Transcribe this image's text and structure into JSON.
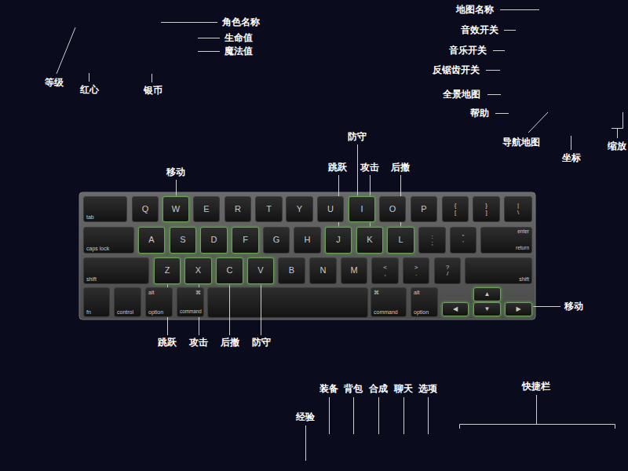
{
  "diagram": {
    "nodes": [
      {
        "text": [
          "tab"
        ]
      },
      {
        "text": [
          "Q"
        ]
      },
      {
        "text": [
          "W"
        ]
      },
      {
        "text": [
          "E"
        ]
      },
      {
        "text": [
          "R"
        ]
      },
      {
        "text": [
          "T"
        ]
      },
      {
        "text": [
          "Y"
        ]
      },
      {
        "text": [
          "U"
        ]
      },
      {
        "text": [
          "I"
        ]
      },
      {
        "text": [
          "O"
        ]
      },
      {
        "text": [
          "P"
        ]
      },
      {
        "text": [
          "{",
          "["
        ]
      },
      {
        "text": [
          "}",
          "]"
        ]
      },
      {
        "text": [
          "|",
          "\\"
        ]
      },
      {
        "text": [
          "caps lock"
        ]
      },
      {
        "text": [
          "A"
        ]
      },
      {
        "text": [
          "S"
        ]
      },
      {
        "text": [
          "D"
        ]
      },
      {
        "text": [
          "F"
        ]
      },
      {
        "text": [
          "G"
        ]
      },
      {
        "text": [
          "H"
        ]
      },
      {
        "text": [
          "J"
        ]
      },
      {
        "text": [
          "K"
        ]
      },
      {
        "text": [
          "L"
        ]
      },
      {
        "text": [
          ":",
          ";"
        ]
      },
      {
        "text": [
          "\"",
          "'"
        ]
      },
      {
        "text": [
          "enter",
          "return"
        ]
      },
      {
        "text": [
          "shift"
        ]
      },
      {
        "text": [
          "Z"
        ]
      },
      {
        "text": [
          "X"
        ]
      },
      {
        "text": [
          "C"
        ]
      },
      {
        "text": [
          "V"
        ]
      },
      {
        "text": [
          "B"
        ]
      },
      {
        "text": [
          "N"
        ]
      },
      {
        "text": [
          "M"
        ]
      },
      {
        "text": [
          "<",
          ","
        ]
      },
      {
        "text": [
          ">",
          "."
        ]
      },
      {
        "text": [
          "?",
          "/"
        ]
      },
      {
        "text": [
          "shift"
        ]
      },
      {
        "text": [
          "fn"
        ]
      },
      {
        "text": [
          "control"
        ]
      },
      {
        "text": [
          "alt",
          "option"
        ]
      },
      {
        "text": [
          "⌘",
          "command"
        ]
      },
      {
        "text": [
          "⌘",
          "command"
        ]
      },
      {
        "text": [
          "alt",
          "option"
        ]
      },
      {
        "text": [
          "◀"
        ]
      },
      {
        "text": [
          "▲"
        ]
      },
      {
        "text": [
          "▼"
        ]
      },
      {
        "text": [
          "▶"
        ]
      }
    ],
    "labels": [
      "角色名称",
      "生命值",
      "魔法值",
      "等级",
      "红心",
      "银币",
      "地图名称",
      "音效开关",
      "音乐开关",
      "反锯齿开关",
      "全景地图",
      "帮助",
      "导航地图",
      "坐标",
      "缩放",
      "移动",
      "跳跃",
      "防守",
      "攻击",
      "后撤",
      "移动",
      "跳跃",
      "攻击",
      "后撤",
      "防守",
      "经验",
      "装备",
      "背包",
      "合成",
      "聊天",
      "选项",
      "快捷栏"
    ]
  }
}
